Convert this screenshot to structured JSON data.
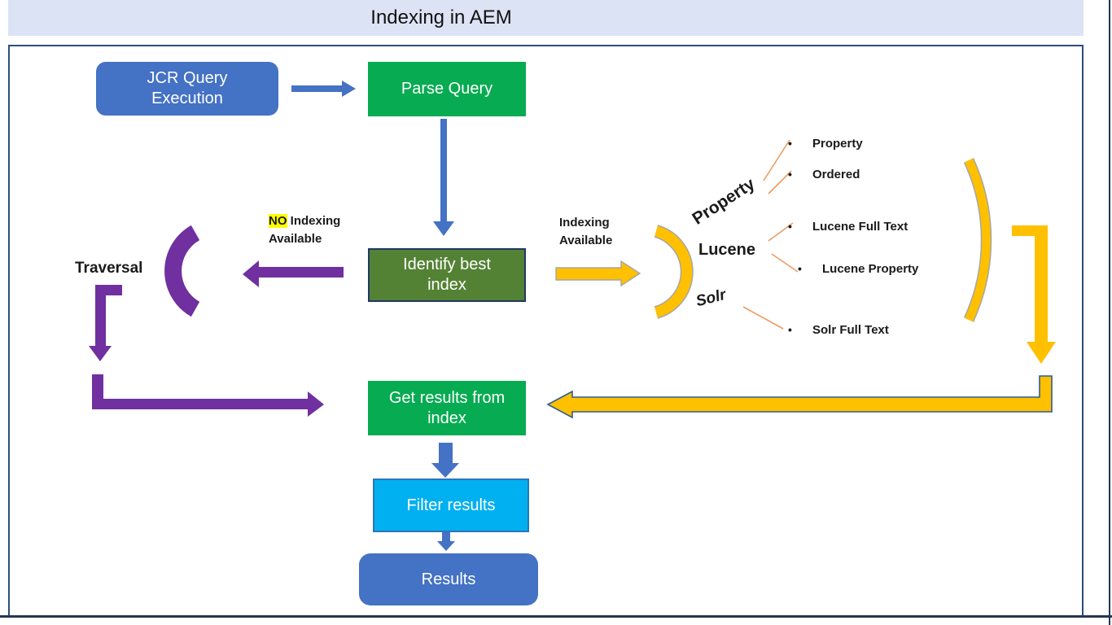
{
  "title": "Indexing in AEM",
  "nodes": {
    "jcr": "JCR Query Execution",
    "parse": "Parse Query",
    "identify": "Identify best index",
    "get_results": "Get results from index",
    "filter": "Filter results",
    "results": "Results"
  },
  "labels": {
    "traversal": "Traversal",
    "no_badge": "NO",
    "no_rest": "Indexing",
    "no_line2": "Available",
    "avail_line1": "Indexing",
    "avail_line2": "Available"
  },
  "branches": {
    "property_label": "Property",
    "lucene_label": "Lucene",
    "solr_label": "Solr",
    "bullets": [
      "Property",
      "Ordered",
      "Lucene Full Text",
      "Lucene Property",
      "Solr Full Text"
    ]
  },
  "colors": {
    "accent_blue": "#4472c4",
    "green": "#07ab51",
    "olive_green": "#548235",
    "cyan": "#00b0f0",
    "cyan_border": "#2e75b6",
    "purple": "#7030a0",
    "gold": "#ffc000",
    "gold_outline": "#a6a6a6",
    "navy_border": "#2c4e80",
    "title_bg": "#dbe3f4",
    "highlight_yellow": "#ffff00",
    "connector_orange": "#ed9c60"
  }
}
